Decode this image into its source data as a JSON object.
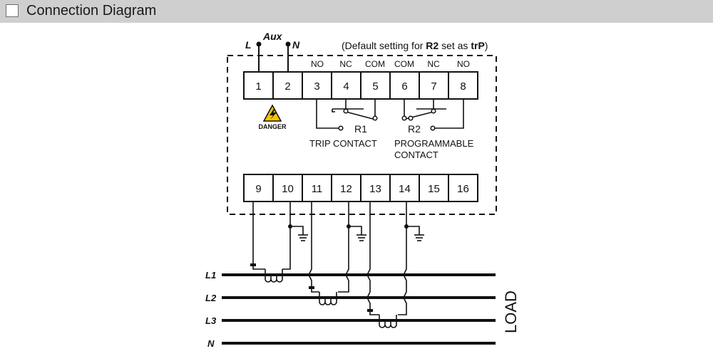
{
  "header": {
    "title": "Connection Diagram"
  },
  "aux": {
    "label": "Aux",
    "live": "L",
    "neutral": "N"
  },
  "note": {
    "open": "(Default setting for ",
    "relay": "R2",
    "mid": " set as ",
    "setting": "trP",
    "close": ")"
  },
  "contact_labels": [
    "NO",
    "NC",
    "COM",
    "COM",
    "NC",
    "NO"
  ],
  "terminals_top": [
    "1",
    "2",
    "3",
    "4",
    "5",
    "6",
    "7",
    "8"
  ],
  "terminals_bottom": [
    "9",
    "10",
    "11",
    "12",
    "13",
    "14",
    "15",
    "16"
  ],
  "danger": {
    "label": "DANGER",
    "accent": "#f5c400"
  },
  "relays": {
    "r1_label": "R1",
    "r1_caption": "TRIP CONTACT",
    "r2_label": "R2",
    "r2_caption_line1": "PROGRAMMABLE",
    "r2_caption_line2": "CONTACT"
  },
  "lines": [
    "L1",
    "L2",
    "L3",
    "N"
  ],
  "load_label": "LOAD"
}
